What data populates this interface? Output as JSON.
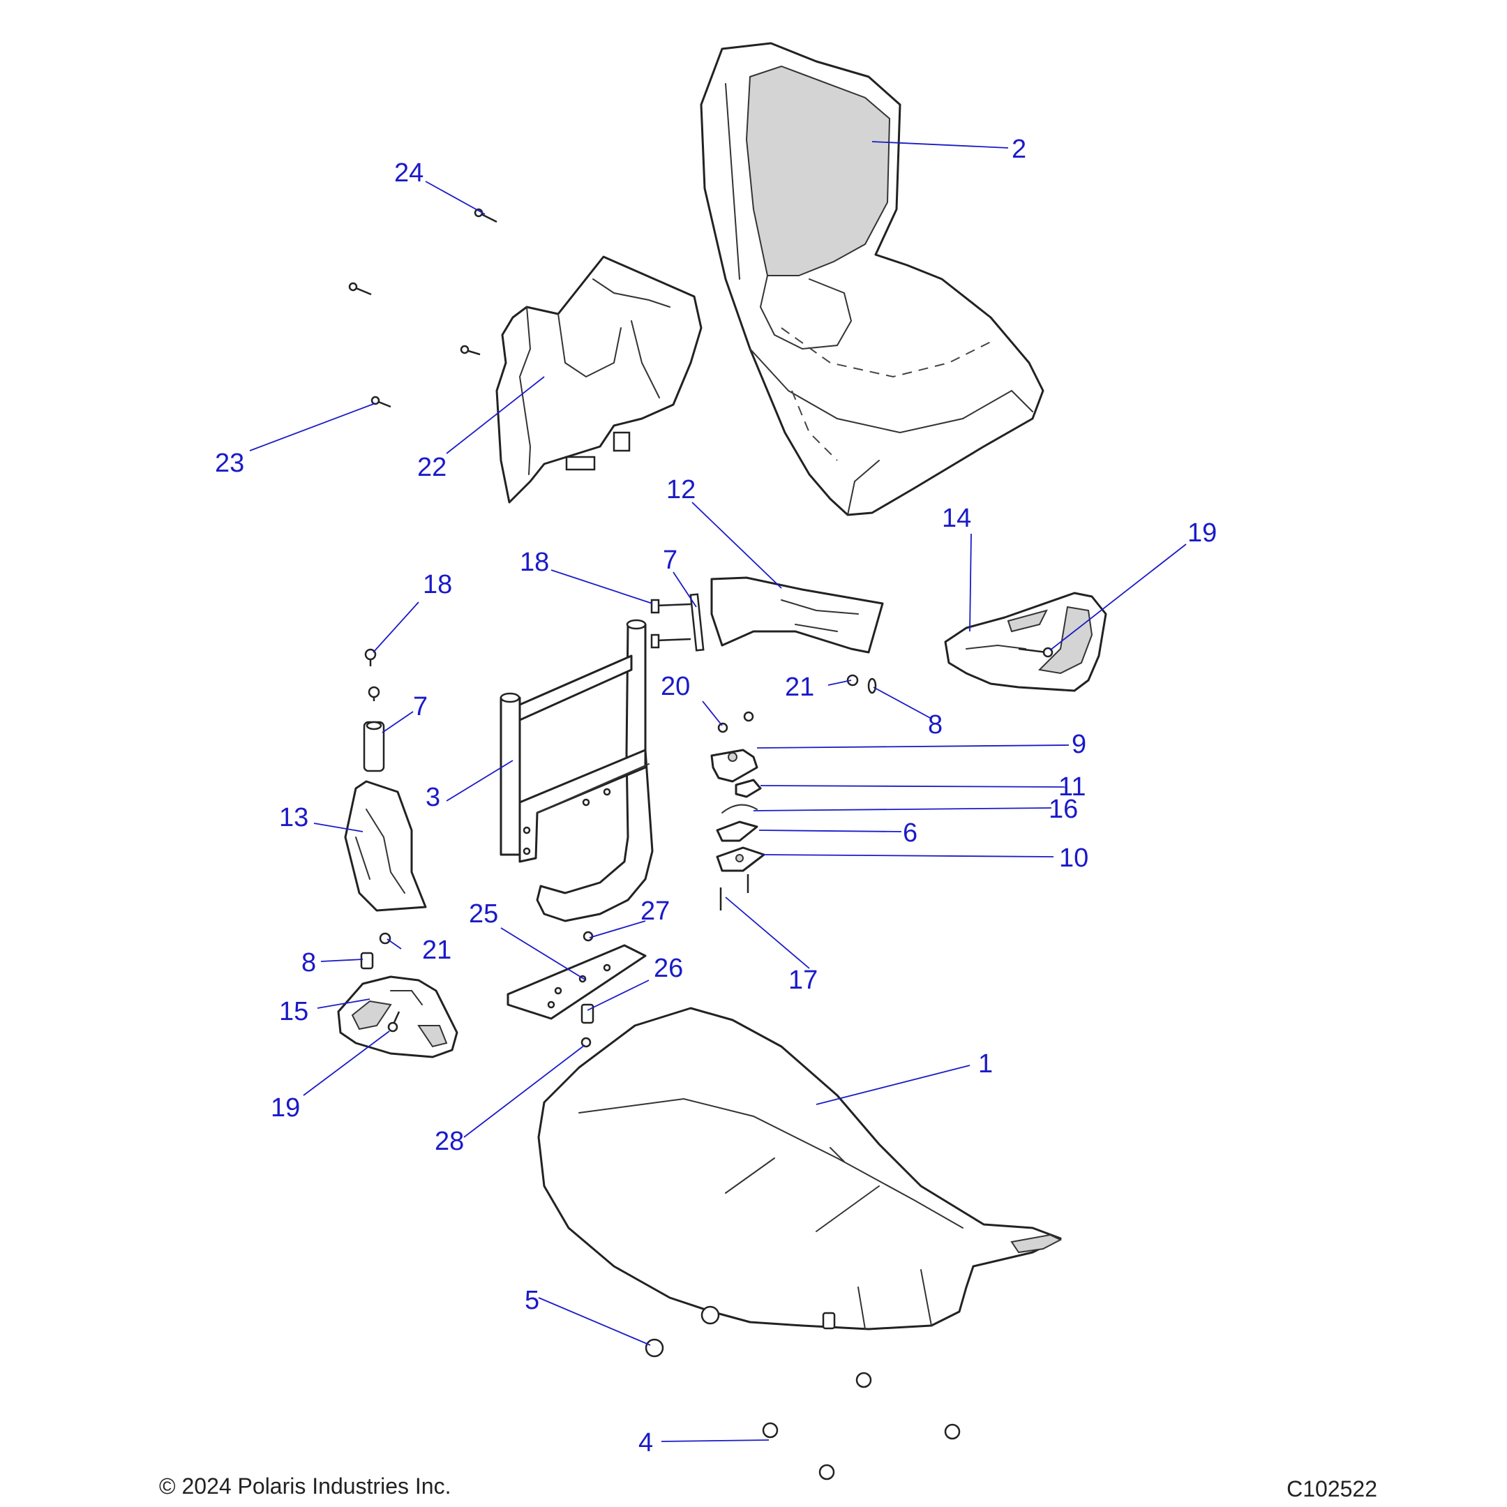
{
  "diagram": {
    "callouts": {
      "c1": "1",
      "c2": "2",
      "c3": "3",
      "c4": "4",
      "c5": "5",
      "c6": "6",
      "c7a": "7",
      "c7b": "7",
      "c8a": "8",
      "c8b": "8",
      "c9": "9",
      "c10": "10",
      "c11": "11",
      "c12": "12",
      "c13": "13",
      "c14": "14",
      "c15": "15",
      "c16": "16",
      "c17": "17",
      "c18a": "18",
      "c18b": "18",
      "c19a": "19",
      "c19b": "19",
      "c20": "20",
      "c21a": "21",
      "c21b": "21",
      "c22": "22",
      "c23": "23",
      "c24": "24",
      "c25": "25",
      "c26": "26",
      "c27": "27",
      "c28": "28"
    },
    "colors": {
      "callout": "#1a1ac8",
      "line": "#222222",
      "shade": "#d4d4d4"
    }
  },
  "footer": {
    "copyright": "© 2024 Polaris Industries Inc.",
    "drawing_id": "C102522"
  }
}
